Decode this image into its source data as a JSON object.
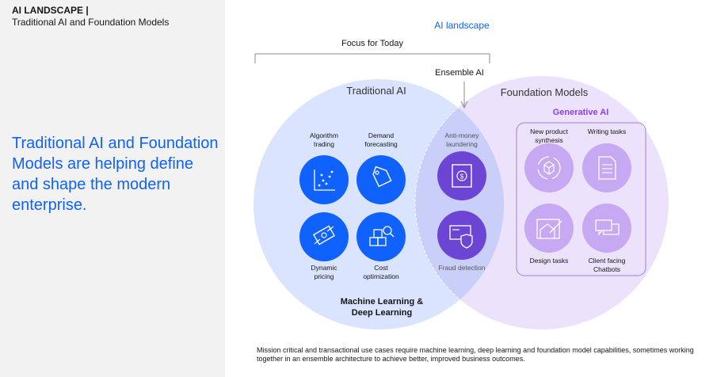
{
  "header": {
    "kicker": "AI LANDSCAPE |",
    "subtitle": "Traditional AI and Foundation Models"
  },
  "headline": "Traditional AI and Foundation Models are helping define and shape the modern enterprise.",
  "diagram": {
    "title": "AI landscape",
    "focus_label": "Focus for Today",
    "ensemble_label": "Ensemble AI",
    "traditional": {
      "title": "Traditional AI",
      "footer": "Machine Learning & Deep Learning",
      "items": [
        {
          "label": "Algorithm trading",
          "icon": "scatter-chart-icon"
        },
        {
          "label": "Demand forecasting",
          "icon": "price-tag-icon"
        },
        {
          "label": "Dynamic pricing",
          "icon": "money-icon"
        },
        {
          "label": "Cost optimization",
          "icon": "boxes-search-icon"
        }
      ]
    },
    "ensemble": {
      "items": [
        {
          "label": "Anti-money laundering",
          "icon": "document-dollar-icon"
        },
        {
          "label": "Fraud detection",
          "icon": "card-shield-icon"
        }
      ]
    },
    "foundation": {
      "title": "Foundation Models",
      "generative_title": "Generative AI",
      "items": [
        {
          "label": "New product synthesis",
          "icon": "cube-cycle-icon"
        },
        {
          "label": "Writing tasks",
          "icon": "document-icon"
        },
        {
          "label": "Design tasks",
          "icon": "design-house-icon"
        },
        {
          "label": "Client facing Chatbots",
          "icon": "chat-icon"
        }
      ]
    },
    "colors": {
      "traditional_circle": "#dbe4ff",
      "foundation_circle": "#ece2fb",
      "traditional_icon": "#0f62fe",
      "ensemble_icon": "#6d45d4",
      "generative_icon": "#c6a8f3",
      "generative_text": "#8a3ffc"
    }
  },
  "footer_text": "Mission critical and transactional use cases require machine learning, deep learning and foundation model capabilities, sometimes working together in an ensemble architecture to achieve better, improved business outcomes."
}
